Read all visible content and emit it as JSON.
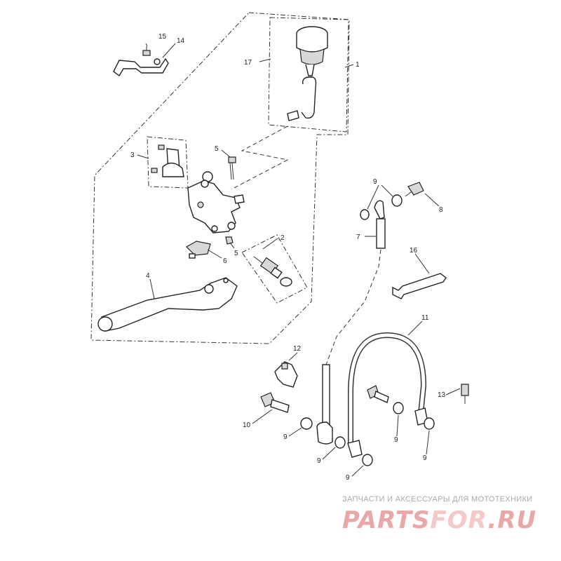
{
  "diagram": {
    "callouts": {
      "c1": "1",
      "c2": "2",
      "c3": "3",
      "c4": "4",
      "c5a": "5",
      "c5b": "5",
      "c6": "6",
      "c7": "7",
      "c8": "8",
      "c9a": "9",
      "c9b": "9",
      "c9c": "9",
      "c9d": "9",
      "c9e": "9",
      "c9f": "9",
      "c10": "10",
      "c11": "11",
      "c12": "12",
      "c13": "13",
      "c14": "14",
      "c15": "15",
      "c16": "16",
      "c17": "17"
    }
  },
  "watermark": {
    "tagline": "ЗАПЧАСТИ И АКСЕССУАРЫ ДЛЯ МОТОТЕХНИКИ",
    "logo_part1": "PARTS",
    "logo_part2": "FOR",
    "logo_part3": ".RU"
  }
}
